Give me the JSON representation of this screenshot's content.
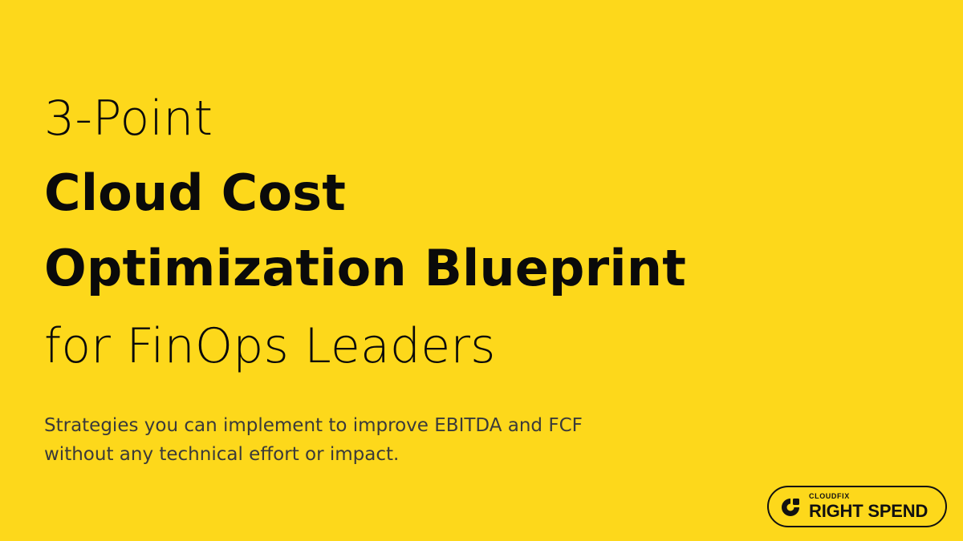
{
  "headline": {
    "line1": "3-Point",
    "line2": "Cloud Cost",
    "line3": "Optimization Blueprint",
    "line4": "for FinOps Leaders"
  },
  "subtitle": {
    "line1": "Strategies you can implement to improve EBITDA and FCF",
    "line2": "without any technical effort or impact."
  },
  "badge": {
    "small_text": "CLOUDFIX",
    "big_text": "RIGHT SPEND",
    "icon": "cloudfix-logo-icon"
  },
  "colors": {
    "background": "#FDD81B",
    "text": "#0a0a0a",
    "subtitle": "#3a3a3a"
  }
}
